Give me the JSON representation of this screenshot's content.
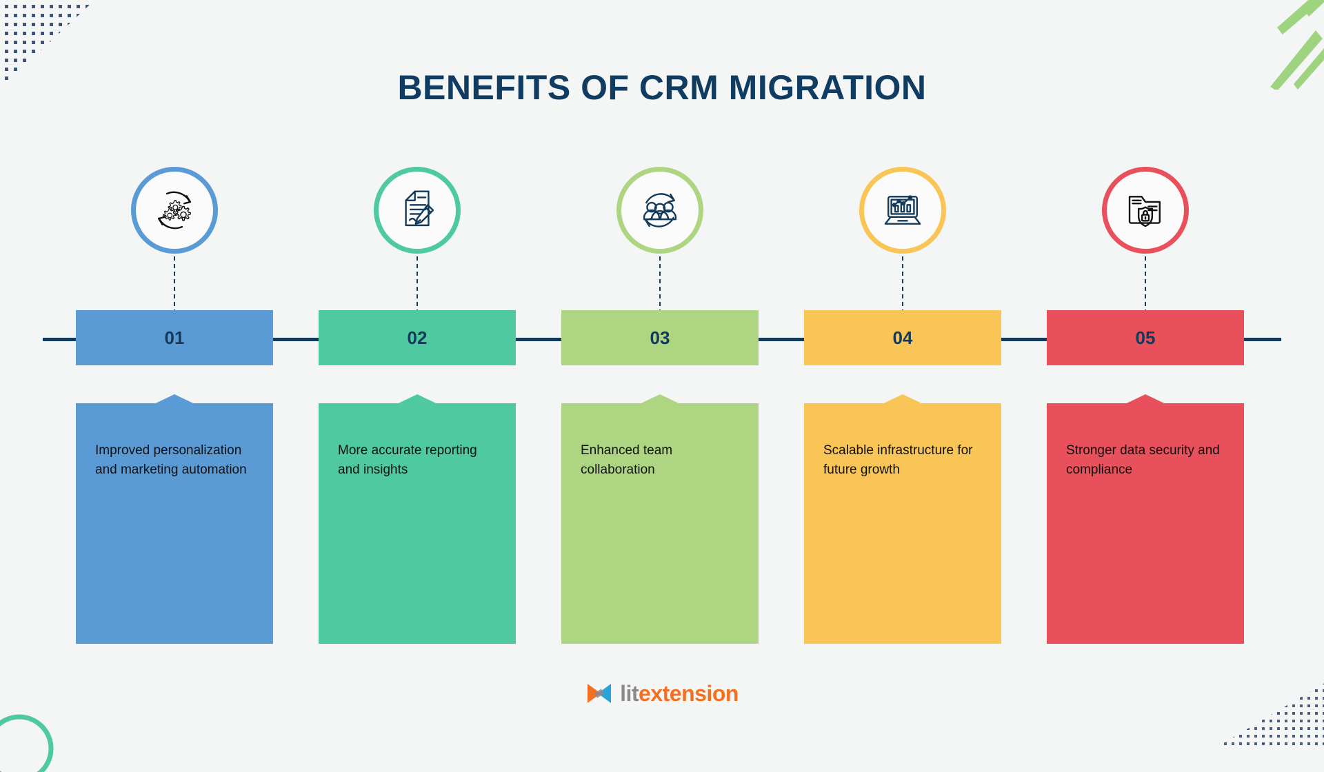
{
  "header": {
    "title": "BENEFITS OF CRM MIGRATION"
  },
  "colors": {
    "background": "#f4f5f5",
    "title": "#103c61",
    "timeline": "#143a5a",
    "accent_1": "#5b9bd5",
    "accent_2": "#4ec9a0",
    "accent_3": "#aed581",
    "accent_4": "#f9c556",
    "accent_5": "#e8505b",
    "deco_green": "#9ed47f",
    "deco_teal": "#4ec9a0",
    "deco_dots": "#1f3a5f"
  },
  "steps": [
    {
      "number": "01",
      "text": "Improved personalization and marketing automation",
      "color": "#5b9bd5",
      "icon": "gears-automation-icon"
    },
    {
      "number": "02",
      "text": "More accurate reporting and insights",
      "color": "#4ec9a0",
      "icon": "document-pencil-icon"
    },
    {
      "number": "03",
      "text": "Enhanced team collaboration",
      "color": "#aed581",
      "icon": "team-collaboration-icon"
    },
    {
      "number": "04",
      "text": "Scalable infrastructure for future growth",
      "color": "#f9c556",
      "icon": "laptop-chart-icon"
    },
    {
      "number": "05",
      "text": "Stronger data security and compliance",
      "color": "#e8505b",
      "icon": "folder-shield-lock-icon"
    }
  ],
  "logo": {
    "part1": "lit",
    "part2": "extension",
    "mark": "litextension-bowtie-mark"
  }
}
